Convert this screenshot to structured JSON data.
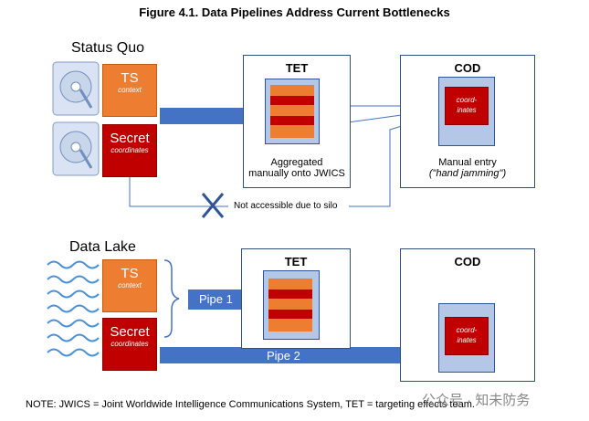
{
  "figure_title": "Figure 4.1. Data Pipelines Address Current Bottlenecks",
  "status_quo": {
    "label": "Status Quo",
    "ts_title": "TS",
    "ts_sub": "context",
    "secret_title": "Secret",
    "secret_sub": "coordinates",
    "tet_title": "TET",
    "tet_caption_line1": "Aggregated",
    "tet_caption_line2": "manually onto JWICS",
    "cod_title": "COD",
    "cod_inner_line1": "coord-",
    "cod_inner_line2": "inates",
    "cod_caption_line1": "Manual entry",
    "cod_caption_line2": "(\"hand jamming\")",
    "silo_text": "Not accessible due to silo"
  },
  "data_lake": {
    "label": "Data Lake",
    "ts_title": "TS",
    "ts_sub": "context",
    "secret_title": "Secret",
    "secret_sub": "coordinates",
    "pipe1": "Pipe 1",
    "pipe2": "Pipe 2",
    "tet_title": "TET",
    "cod_title": "COD",
    "cod_inner_line1": "coord-",
    "cod_inner_line2": "inates"
  },
  "note": "NOTE: JWICS = Joint Worldwide Intelligence Communications System, TET = targeting effects team.",
  "watermark": "公众号 · 知未防务",
  "colors": {
    "orange": "#ed7d31",
    "red": "#c00000",
    "arrow_blue": "#4472c4",
    "panel_blue": "#b4c7e7"
  }
}
